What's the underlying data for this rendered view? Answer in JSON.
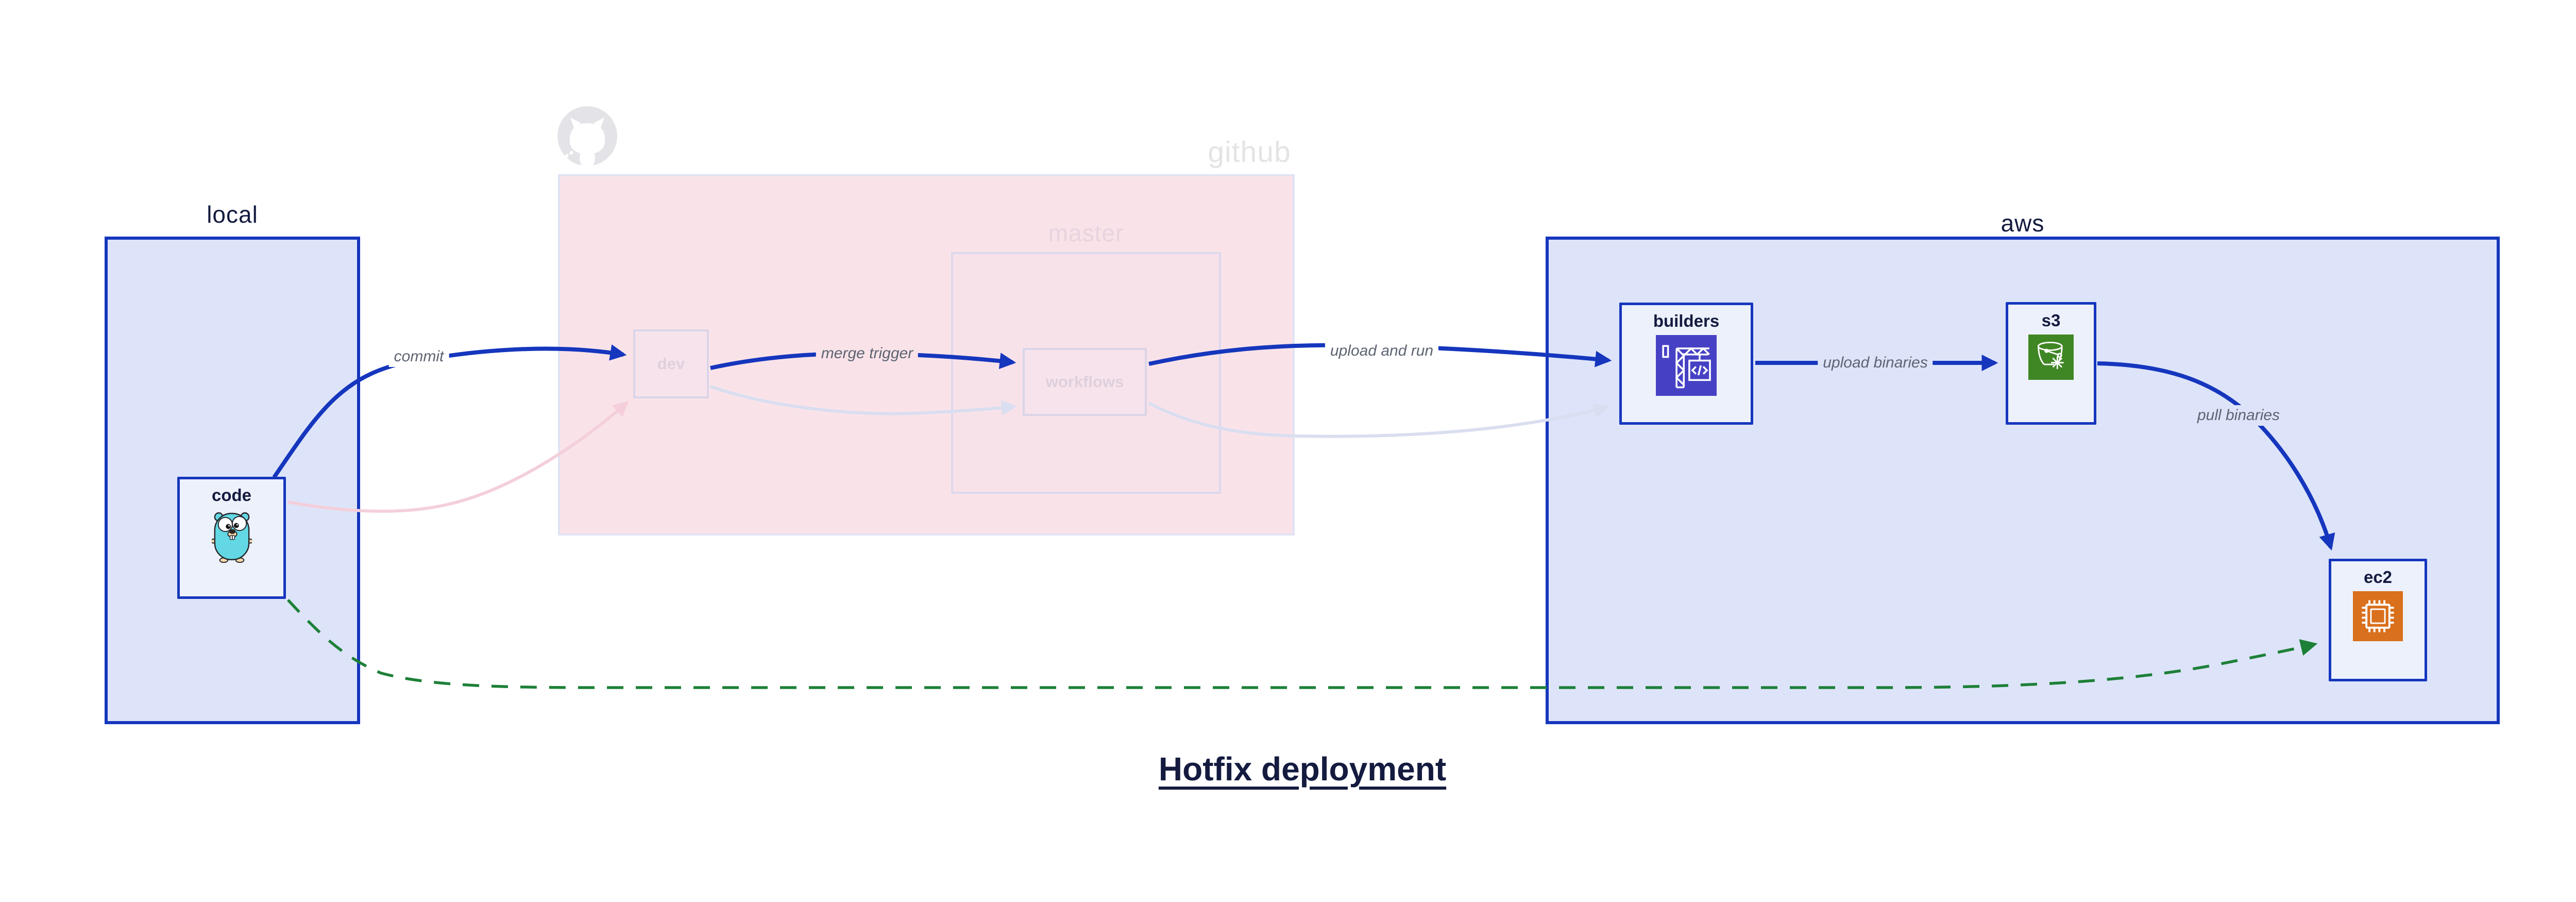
{
  "title": {
    "text": "Hotfix deployment"
  },
  "containers": {
    "local": {
      "label": "local"
    },
    "github": {
      "label": "github",
      "master_label": "master"
    },
    "aws": {
      "label": "aws"
    }
  },
  "nodes": {
    "code": {
      "label": "code",
      "icon": "go-gopher-icon"
    },
    "dev": {
      "label": "dev",
      "icon": null
    },
    "workflows": {
      "label": "workflows",
      "icon": null
    },
    "builders": {
      "label": "builders",
      "icon": "codebuild-crane-icon"
    },
    "s3": {
      "label": "s3",
      "icon": "s3-glacier-bucket-icon"
    },
    "ec2": {
      "label": "ec2",
      "icon": "ec2-chip-icon"
    }
  },
  "edges": {
    "commit": {
      "label": "commit",
      "from": "code",
      "to": "dev",
      "style": "solid-blue"
    },
    "merge_trigger": {
      "label": "merge trigger",
      "from": "dev",
      "to": "workflows",
      "style": "solid-blue"
    },
    "upload_and_run": {
      "label": "upload and run",
      "from": "workflows",
      "to": "builders",
      "style": "solid-blue"
    },
    "upload_binaries": {
      "label": "upload binaries",
      "from": "builders",
      "to": "s3",
      "style": "solid-blue"
    },
    "pull_binaries": {
      "label": "pull binaries",
      "from": "s3",
      "to": "ec2",
      "style": "solid-blue"
    },
    "hotfix_path": {
      "label": "",
      "from": "code",
      "to": "ec2",
      "style": "dashed-green"
    },
    "faded_push": {
      "label": "",
      "from": "code",
      "to": "dev",
      "style": "faded-pink"
    },
    "faded_merge": {
      "label": "",
      "from": "dev",
      "to": "workflows",
      "style": "faded-lavender"
    },
    "faded_run": {
      "label": "",
      "from": "workflows",
      "to": "builders",
      "style": "faded-lavender"
    }
  },
  "colors": {
    "accent_blue": "#1536bd",
    "container_fill_blue": "#dde4f9",
    "node_fill_blue": "#edf1fc",
    "github_fill_pink": "#f9e3e9",
    "faded_border_lavender": "#d9d5e8",
    "faded_text_pink": "#ded0dc",
    "hotfix_green": "#1d8038",
    "faded_arrow_pink": "#f4cfdb",
    "faded_arrow_lavender": "#d9def0",
    "edge_label_gray": "#5d6472",
    "text_navy": "#141b3f",
    "github_gray": "#e4e4e7",
    "builders_icon_bg": "#4641c4",
    "s3_icon_bg": "#3f8624",
    "ec2_icon_bg": "#d9701d",
    "gopher_teal": "#63d8e4"
  }
}
